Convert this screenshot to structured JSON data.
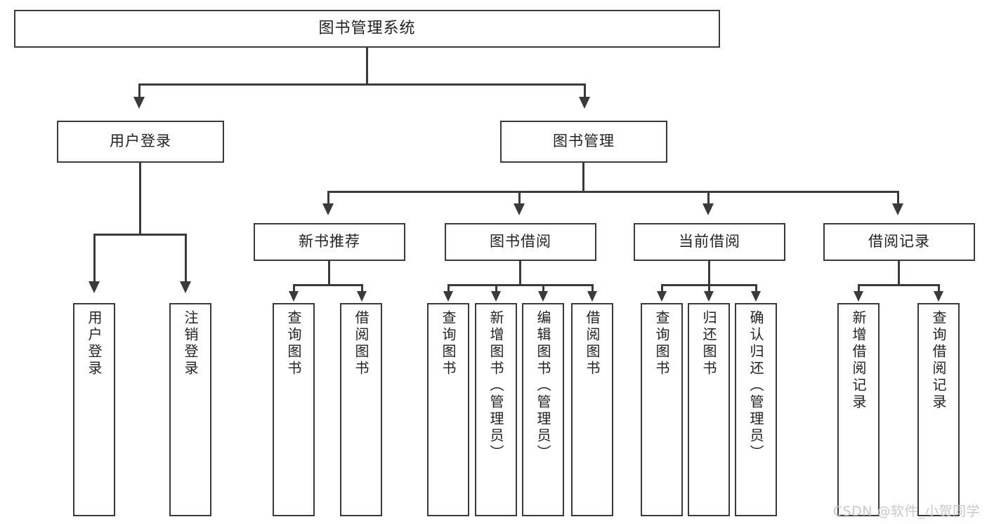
{
  "diagram": {
    "title": "图书管理系统",
    "type": "tree-hierarchy",
    "levels": 4,
    "root": {
      "label": "图书管理系统"
    },
    "level2": [
      {
        "label": "用户登录"
      },
      {
        "label": "图书管理"
      }
    ],
    "level3": [
      {
        "label": "新书推荐"
      },
      {
        "label": "图书借阅"
      },
      {
        "label": "当前借阅"
      },
      {
        "label": "借阅记录"
      }
    ],
    "leaves": {
      "user_login": [
        {
          "label": "用户登录"
        },
        {
          "label": "注销登录"
        }
      ],
      "new_book_recommend": [
        {
          "label": "查询图书"
        },
        {
          "label": "借阅图书"
        }
      ],
      "book_borrow": [
        {
          "label": "查询图书"
        },
        {
          "label": "新增图书（管理员）"
        },
        {
          "label": "编辑图书（管理员）"
        },
        {
          "label": "借阅图书"
        }
      ],
      "current_borrow": [
        {
          "label": "查询图书"
        },
        {
          "label": "归还图书"
        },
        {
          "label": "确认归还（管理员）"
        }
      ],
      "borrow_record": [
        {
          "label": "新增借阅记录"
        },
        {
          "label": "查询借阅记录"
        }
      ]
    }
  },
  "watermark": {
    "text": "CSDN @软件_小贺同学"
  },
  "colors": {
    "stroke": "#3a3a3a",
    "background": "#ffffff",
    "text": "#222222",
    "watermark": "#c8c8c8"
  }
}
